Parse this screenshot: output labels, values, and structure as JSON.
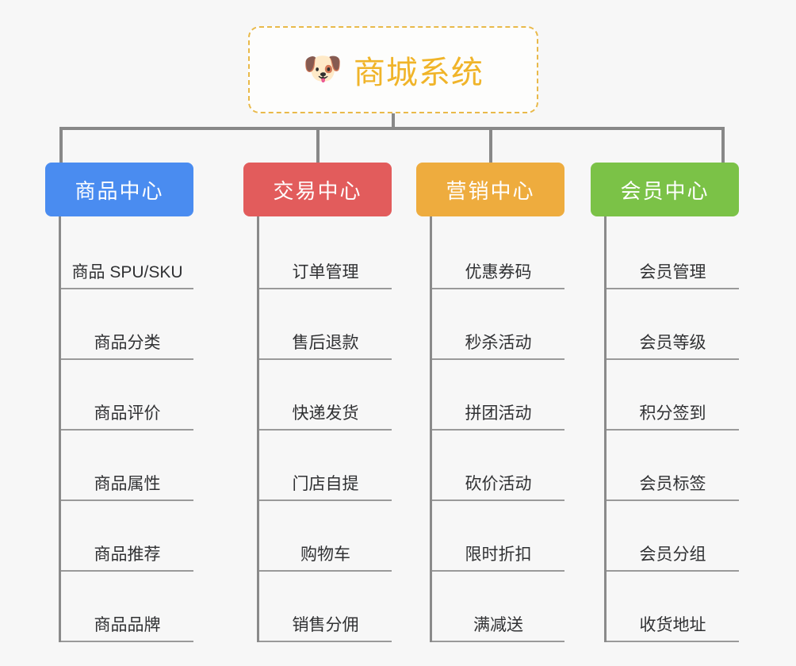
{
  "page": {
    "background_color": "#f7f7f7",
    "diagram_type": "org-tree"
  },
  "root": {
    "icon": "dog-face-icon",
    "icon_glyph": "🐶",
    "title": "商城系统",
    "title_color": "#f0b429",
    "border_color": "#e9b949"
  },
  "connector": {
    "color": "#888888"
  },
  "columns": [
    {
      "id": "product-center",
      "label": "商品中心",
      "color": "#4a8cf0",
      "items": [
        "商品 SPU/SKU",
        "商品分类",
        "商品评价",
        "商品属性",
        "商品推荐",
        "商品品牌"
      ]
    },
    {
      "id": "trade-center",
      "label": "交易中心",
      "color": "#e25c5c",
      "items": [
        "订单管理",
        "售后退款",
        "快递发货",
        "门店自提",
        "购物车",
        "销售分佣"
      ]
    },
    {
      "id": "marketing-center",
      "label": "营销中心",
      "color": "#eeac3e",
      "items": [
        "优惠券码",
        "秒杀活动",
        "拼团活动",
        "砍价活动",
        "限时折扣",
        "满减送"
      ]
    },
    {
      "id": "member-center",
      "label": "会员中心",
      "color": "#7bc247",
      "items": [
        "会员管理",
        "会员等级",
        "积分签到",
        "会员标签",
        "会员分组",
        "收货地址"
      ]
    }
  ]
}
